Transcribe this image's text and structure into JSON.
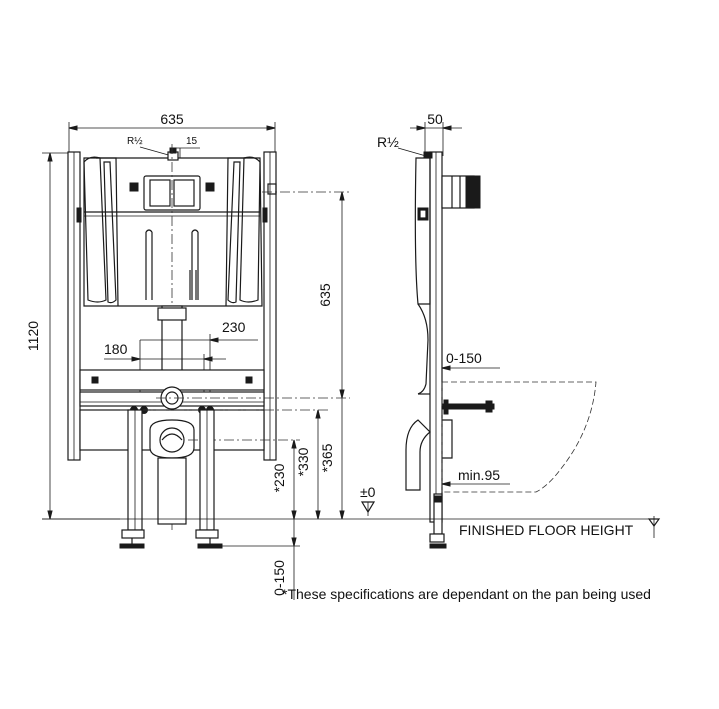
{
  "front_view": {
    "dim_width": "635",
    "dim_height": "1120",
    "dim_635_vertical": "635",
    "dim_230": "230",
    "dim_180": "180",
    "dim_r_half": "R½",
    "dim_15": "15",
    "dim_230_star": "*230",
    "dim_330_star": "*330",
    "dim_365_star": "*365",
    "dim_0_150": "0-150"
  },
  "side_view": {
    "dim_50": "50",
    "dim_r_half": "R½",
    "dim_0_150": "0-150",
    "dim_min95": "min.95",
    "dim_pm0": "±0"
  },
  "labels": {
    "finished_floor_height": "FINISHED FLOOR HEIGHT",
    "footnote": "*These specifications are dependant on the pan being used"
  }
}
